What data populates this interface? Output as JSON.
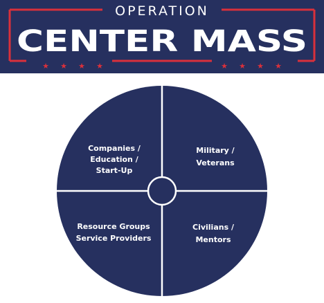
{
  "banner": {
    "top_line": "OPERATION",
    "main_title": "CENTER MASS",
    "star_glyph": "★",
    "colors": {
      "background": "#26305f",
      "accent_red": "#d9303b",
      "text": "#ffffff"
    }
  },
  "diagram": {
    "circle_color": "#26305f",
    "divider_color": "#ffffff",
    "center_icon": "crosshair-icon",
    "quadrants": {
      "top_left": [
        "Companies /",
        "Education /",
        "Start-Up"
      ],
      "top_right": [
        "Military /",
        "Veterans"
      ],
      "bottom_left": [
        "Resource Groups",
        "Service Providers"
      ],
      "bottom_right": [
        "Civilians /",
        "Mentors"
      ]
    }
  }
}
